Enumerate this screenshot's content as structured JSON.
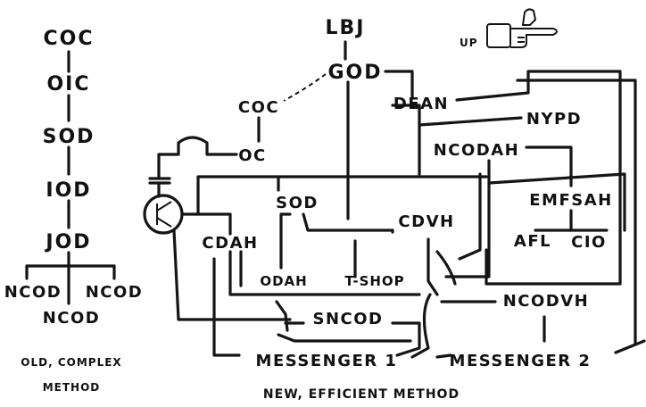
{
  "old_method": {
    "nodes": [
      "COC",
      "OIC",
      "SOD",
      "IOD",
      "JOD",
      "NCOD",
      "NCOD",
      "NCOD"
    ],
    "caption_line1": "OLD, COMPLEX",
    "caption_line2": "METHOD"
  },
  "new_method": {
    "nodes": {
      "lbj": "LBJ",
      "god": "GOD",
      "dean": "DEAN",
      "coc": "COC",
      "oc": "OC",
      "nypd": "NYPD",
      "ncodah": "NCODAH",
      "sod": "SOD",
      "cdvh": "CDVH",
      "emfsah": "EMFSAH",
      "afl": "AFL",
      "cio": "CIO",
      "cdah": "CDAH",
      "odah": "ODAH",
      "tshop": "T-SHOP",
      "sncod": "SNCOD",
      "ncodvh": "NCODVH",
      "messenger1": "MESSENGER 1",
      "messenger2": "MESSENGER 2"
    },
    "caption": "NEW, EFFICIENT METHOD",
    "up_label": "UP",
    "up_icon": "pointing-hand-icon"
  }
}
